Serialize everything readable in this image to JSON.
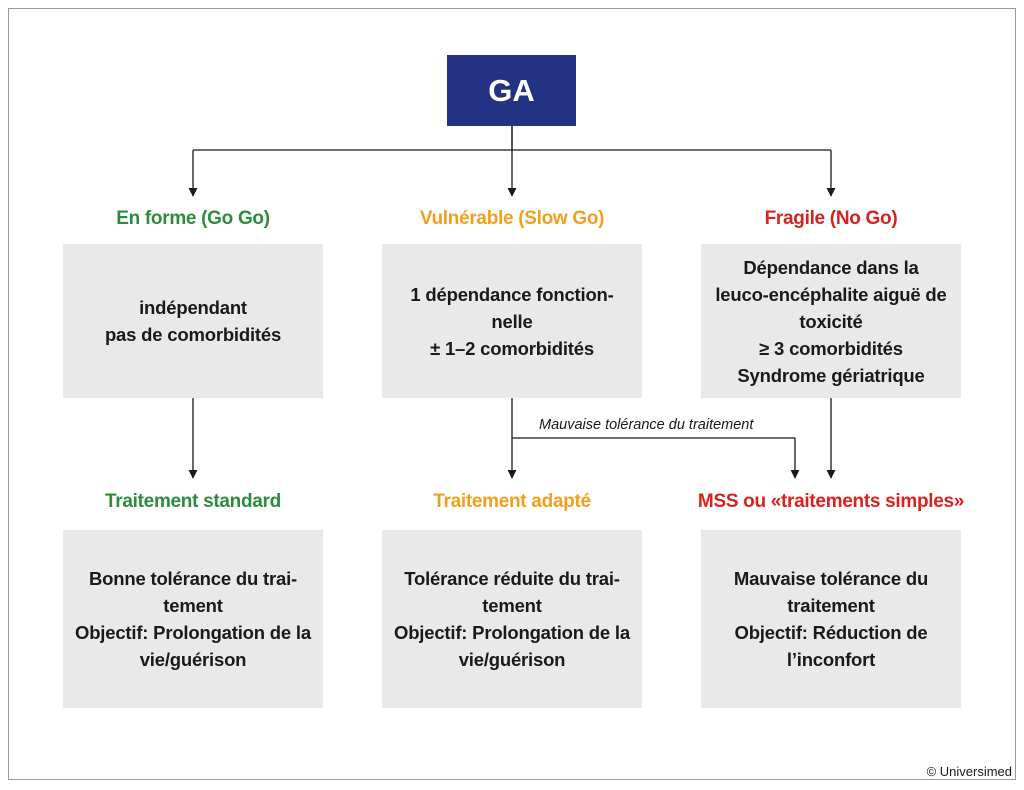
{
  "root": {
    "label": "GA"
  },
  "colors": {
    "root_bg": "#233283",
    "fit": "#2e8b3e",
    "vulnerable": "#f2a01c",
    "frail": "#d8221f",
    "box_bg": "#e9e9e9"
  },
  "categories": [
    {
      "label": "En forme (Go Go)",
      "lines": [
        "indépendant",
        "pas de comorbidités"
      ]
    },
    {
      "label": "Vulnérable (Slow Go)",
      "lines": [
        "1 dépendance fonction-",
        "nelle",
        "± 1–2 comorbidités"
      ]
    },
    {
      "label": "Fragile (No Go)",
      "lines": [
        "Dépendance dans la",
        "leuco-encéphalite aiguë de",
        "toxicité",
        "≥ 3 comorbidités",
        "Syndrome gériatrique"
      ]
    }
  ],
  "treatments": [
    {
      "label": "Traitement standard",
      "lines": [
        "Bonne tolérance du trai-",
        "tement",
        "Objectif: Prolongation de la",
        "vie/guérison"
      ]
    },
    {
      "label": "Traitement adapté",
      "lines": [
        "Tolérance réduite du trai-",
        "tement",
        "Objectif: Prolongation de la",
        "vie/guérison"
      ]
    },
    {
      "label": "MSS ou «traitements simples»",
      "lines": [
        "Mauvaise tolérance du",
        "traitement",
        "Objectif: Réduction de",
        "l’inconfort"
      ]
    }
  ],
  "note": "Mauvaise tolérance du traitement",
  "copyright": "© Universimed"
}
